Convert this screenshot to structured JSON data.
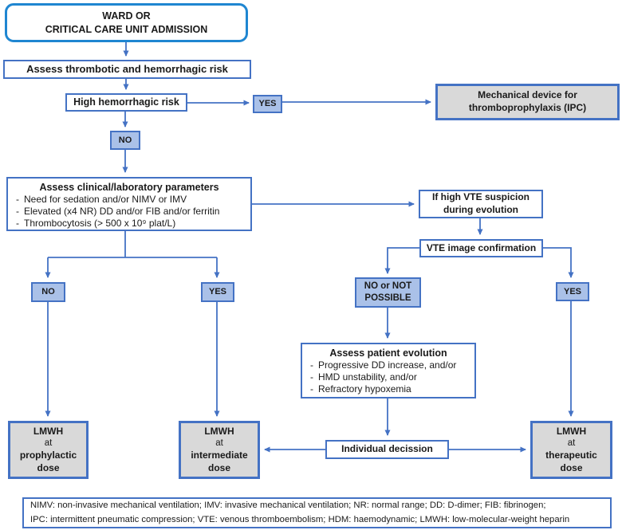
{
  "ui": {
    "bullet": "-"
  },
  "colors": {
    "accent_bright_blue": "#1f86d1",
    "accent_blue": "#4472c4",
    "node_fill_blue": "#aac1e8",
    "node_fill_gray": "#d9d9d9",
    "background": "#ffffff",
    "text": "#1a1a1a"
  },
  "nodes": {
    "admission": {
      "line1": "WARD OR",
      "line2": "CRITICAL CARE UNIT ADMISSION"
    },
    "assess_risk": {
      "label": "Assess thrombotic and hemorrhagic risk"
    },
    "high_hemorrhagic": {
      "label": "High hemorrhagic risk"
    },
    "yes_top": {
      "label": "YES"
    },
    "mechanical": {
      "line1": "Mechanical device for",
      "line2": "thromboprophylaxis (IPC)"
    },
    "no_top": {
      "label": "NO"
    },
    "assess_params": {
      "title": "Assess clinical/laboratory parameters",
      "items": [
        "Need for sedation and/or NIMV or IMV",
        "Elevated (x4 NR) DD and/or FIB and/or ferritin",
        "Thrombocytosis (> 500 x 10⁹ plat/L)"
      ]
    },
    "vte_suspicion": {
      "line1": "If high VTE suspicion",
      "line2": "during evolution"
    },
    "vte_confirmation": {
      "label": "VTE image confirmation"
    },
    "no_left": {
      "label": "NO"
    },
    "yes_mid": {
      "label": "YES"
    },
    "no_not_possible": {
      "line1": "NO or NOT",
      "line2": "POSSIBLE"
    },
    "yes_right": {
      "label": "YES"
    },
    "assess_evolution": {
      "title": "Assess patient evolution",
      "items": [
        "Progressive DD increase, and/or",
        "HMD unstability, and/or",
        "Refractory hypoxemia"
      ]
    },
    "individual_decision": {
      "label": "Individual decission"
    },
    "lmwh_prophylactic": {
      "line1": "LMWH",
      "line2": "at",
      "line3": "prophylactic",
      "line4": "dose"
    },
    "lmwh_intermediate": {
      "line1": "LMWH",
      "line2": "at",
      "line3": "intermediate",
      "line4": "dose"
    },
    "lmwh_therapeutic": {
      "line1": "LMWH",
      "line2": "at",
      "line3": "therapeutic",
      "line4": "dose"
    },
    "legend": {
      "line1": "NIMV: non-invasive mechanical ventilation; IMV: invasive mechanical ventilation; NR: normal range; DD: D-dimer; FIB: fibrinogen;",
      "line2": "IPC: intermittent pneumatic compression; VTE: venous thromboembolism; HDM: haemodynamic; LMWH: low-molecular-weight heparin"
    }
  }
}
